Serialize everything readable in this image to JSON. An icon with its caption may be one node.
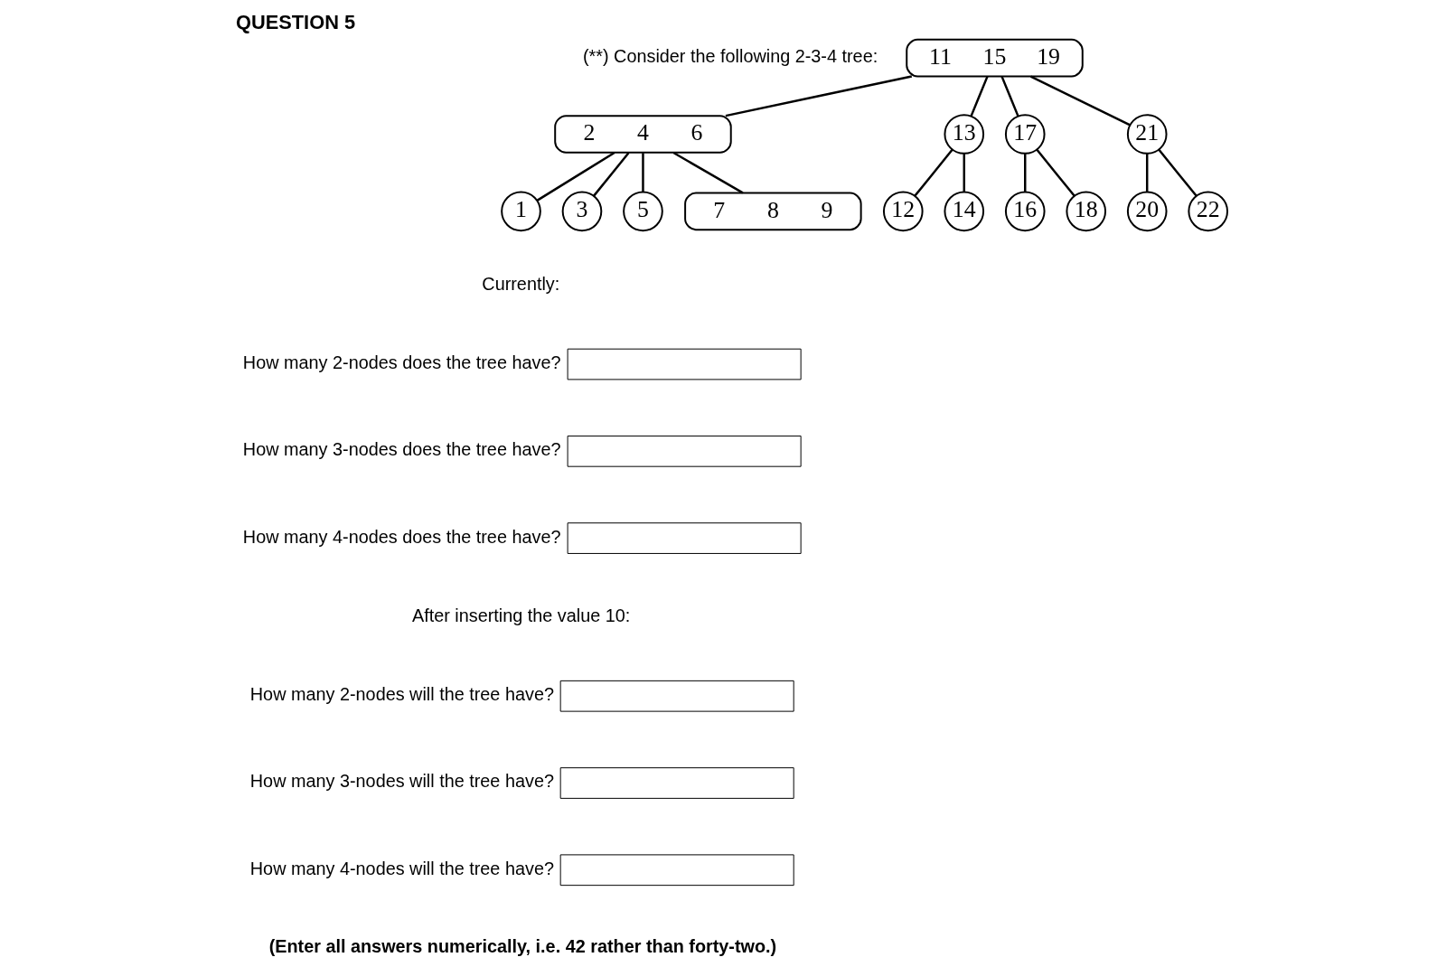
{
  "diagram": {
    "title": "QUESTION 5",
    "nodes": [
      {
        "text": [
          "11",
          "15",
          "19"
        ]
      },
      {
        "text": [
          "2",
          "4",
          "6"
        ]
      },
      {
        "text": [
          "13"
        ]
      },
      {
        "text": [
          "17"
        ]
      },
      {
        "text": [
          "21"
        ]
      },
      {
        "text": [
          "1"
        ]
      },
      {
        "text": [
          "3"
        ]
      },
      {
        "text": [
          "5"
        ]
      },
      {
        "text": [
          "7",
          "8",
          "9"
        ]
      },
      {
        "text": [
          "12"
        ]
      },
      {
        "text": [
          "14"
        ]
      },
      {
        "text": [
          "16"
        ]
      },
      {
        "text": [
          "18"
        ]
      },
      {
        "text": [
          "20"
        ]
      },
      {
        "text": [
          "22"
        ]
      }
    ],
    "edges": [
      {
        "from": 0,
        "to": 1,
        "arrow": "none"
      },
      {
        "from": 0,
        "to": 2,
        "arrow": "none"
      },
      {
        "from": 0,
        "to": 3,
        "arrow": "none"
      },
      {
        "from": 0,
        "to": 4,
        "arrow": "none"
      },
      {
        "from": 1,
        "to": 5,
        "arrow": "none"
      },
      {
        "from": 1,
        "to": 6,
        "arrow": "none"
      },
      {
        "from": 1,
        "to": 7,
        "arrow": "none"
      },
      {
        "from": 1,
        "to": 8,
        "arrow": "none"
      },
      {
        "from": 2,
        "to": 9,
        "arrow": "none"
      },
      {
        "from": 2,
        "to": 10,
        "arrow": "none"
      },
      {
        "from": 3,
        "to": 11,
        "arrow": "none"
      },
      {
        "from": 3,
        "to": 12,
        "arrow": "none"
      },
      {
        "from": 4,
        "to": 13,
        "arrow": "none"
      },
      {
        "from": 4,
        "to": 14,
        "arrow": "none"
      }
    ],
    "labels": [
      "(**) Consider the following 2-3-4 tree:",
      "Currently:",
      "How many 2-nodes does the tree have?",
      "How many 3-nodes does the tree have?",
      "How many 4-nodes does the tree have?",
      "After inserting the value 10:",
      "How many 2-nodes will the tree have?",
      "How many 3-nodes will the tree have?",
      "How many 4-nodes will the tree have?",
      "(Enter all answers numerically, i.e. 42 rather than forty-two.)"
    ]
  }
}
